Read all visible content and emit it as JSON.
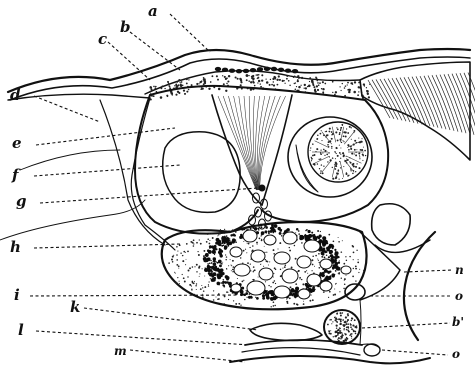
{
  "figure": {
    "labels": {
      "a": "a",
      "b": "b",
      "c": "c",
      "d": "d",
      "e": "e",
      "f": "f",
      "g": "g",
      "h": "h",
      "i": "i",
      "k": "k",
      "l": "l",
      "m": "m",
      "n": "n",
      "o_upper": "o",
      "b_prime": "b'",
      "o_lower": "o"
    }
  }
}
